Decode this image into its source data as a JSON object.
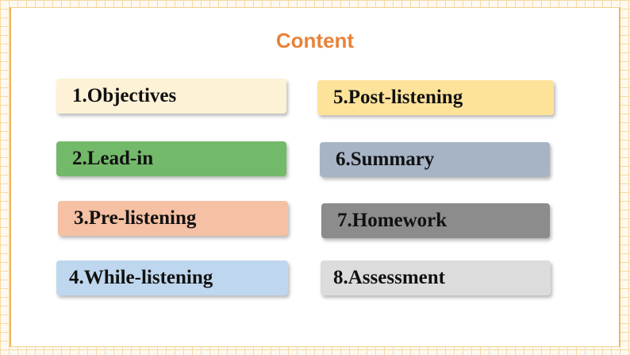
{
  "title": "Content",
  "items": [
    {
      "label": "1.Objectives",
      "color": "#fdf2d6"
    },
    {
      "label": "2.Lead-in",
      "color": "#73b96a"
    },
    {
      "label": "3.Pre-listening",
      "color": "#f5c0a3"
    },
    {
      "label": "4.While-listening",
      "color": "#bed7ee"
    },
    {
      "label": "5.Post-listening",
      "color": "#fde39a"
    },
    {
      "label": "6.Summary",
      "color": "#a7b4c6"
    },
    {
      "label": "7.Homework",
      "color": "#8c8c8c"
    },
    {
      "label": "8.Assessment",
      "color": "#dcdcdc"
    }
  ]
}
